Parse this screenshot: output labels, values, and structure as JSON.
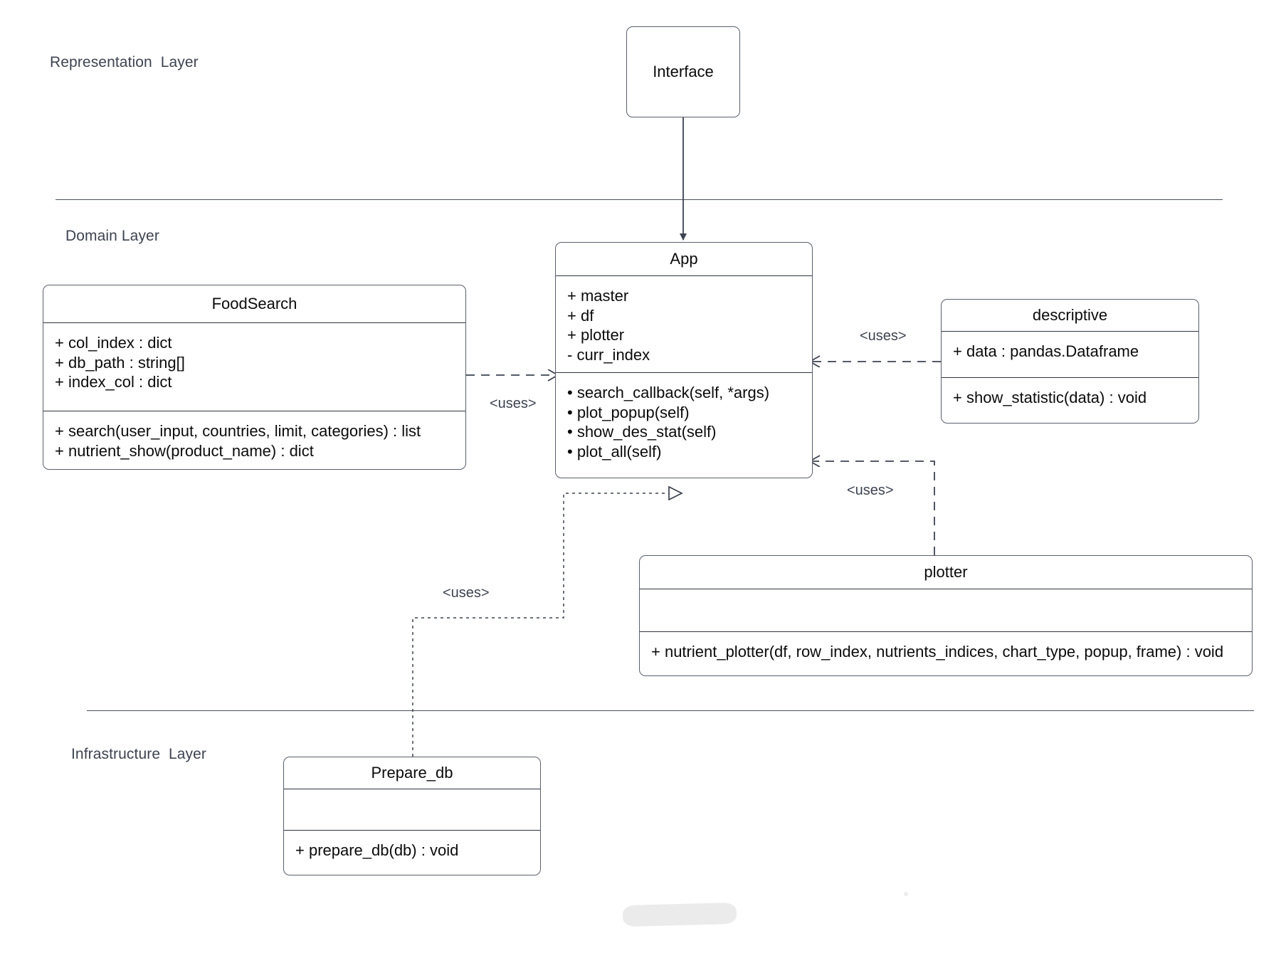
{
  "diagram": {
    "title_note": "Layered UML class diagram",
    "layers": [
      {
        "id": "representation",
        "label": "Representation  Layer"
      },
      {
        "id": "domain",
        "label": "Domain Layer"
      },
      {
        "id": "infrastructure",
        "label": "Infrastructure  Layer"
      }
    ],
    "classes": [
      {
        "id": "interface",
        "name": "Interface",
        "attributes": [],
        "methods": []
      },
      {
        "id": "foodsearch",
        "name": "FoodSearch",
        "attributes": [
          "+ col_index : dict",
          "+ db_path : string[]",
          "+ index_col : dict"
        ],
        "methods": [
          "+ search(user_input, countries, limit, categories) : list",
          "+ nutrient_show(product_name) : dict"
        ]
      },
      {
        "id": "app",
        "name": "App",
        "attributes": [
          "+ master",
          "+ df",
          "+ plotter",
          "- curr_index"
        ],
        "methods": [
          "• search_callback(self, *args)",
          "• plot_popup(self)",
          "• show_des_stat(self)",
          "• plot_all(self)"
        ]
      },
      {
        "id": "descriptive",
        "name": "descriptive",
        "attributes": [
          "+ data : pandas.Dataframe"
        ],
        "methods": [
          "+ show_statistic(data) : void"
        ]
      },
      {
        "id": "plotter",
        "name": "plotter",
        "attributes": [],
        "methods": [
          "+ nutrient_plotter(df, row_index, nutrients_indices, chart_type, popup, frame) : void"
        ]
      },
      {
        "id": "preparedb",
        "name": "Prepare_db",
        "attributes": [],
        "methods": [
          "+ prepare_db(db) : void"
        ]
      }
    ],
    "relationships": [
      {
        "id": "interface-app",
        "from": "Interface",
        "to": "App",
        "label": "",
        "style": "solid-filled-arrow"
      },
      {
        "id": "foodsearch-app",
        "from": "FoodSearch",
        "to": "App",
        "label": "<uses>",
        "style": "dashed-open-arrow"
      },
      {
        "id": "descriptive-app",
        "from": "descriptive",
        "to": "App",
        "label": "<uses>",
        "style": "dashed-open-arrow"
      },
      {
        "id": "plotter-app",
        "from": "plotter",
        "to": "App",
        "label": "<uses>",
        "style": "dashed-open-arrow"
      },
      {
        "id": "preparedb-app",
        "from": "Prepare_db",
        "to": "App",
        "label": "<uses>",
        "style": "dotted-hollow-triangle"
      }
    ],
    "colors": {
      "background": "#ffffff",
      "box_border": "#5a5f6b",
      "section_divider": "#2f3440",
      "text": "#0b0b0b",
      "label_text": "#3d4350",
      "connector": "#3d4350"
    }
  }
}
